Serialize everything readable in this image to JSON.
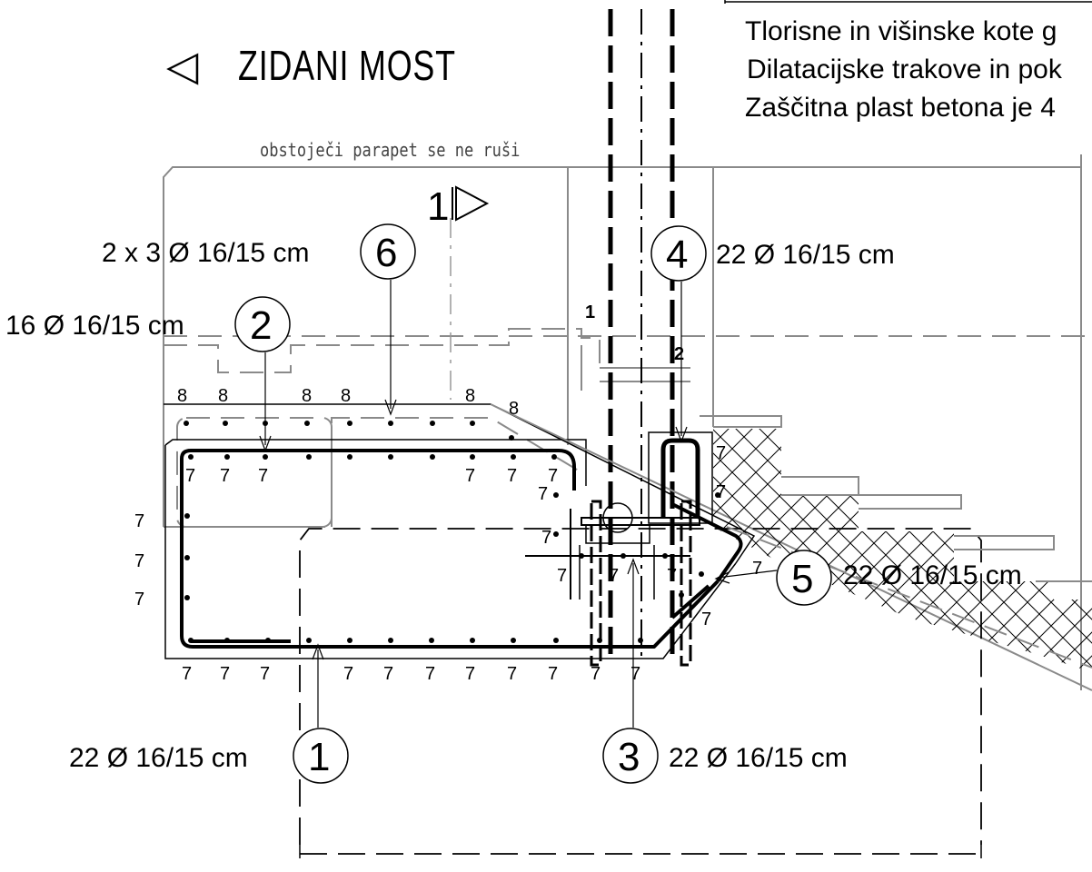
{
  "notes": {
    "line1": "Tlorisne in višinske kote g",
    "line2": "Dilatacijske trakove in pok",
    "line3": "Zaščitna plast betona je 4"
  },
  "title": {
    "arrow": "◁",
    "text": "ZIDANI MOST"
  },
  "parapet_note": "obstoječi parapet se ne ruši",
  "section_mark": "1",
  "rebar": [
    {
      "pos": "1",
      "label": "22 Ø 16/15 cm"
    },
    {
      "pos": "2",
      "label": "16 Ø 16/15 cm"
    },
    {
      "pos": "3",
      "label": "22 Ø 16/15 cm"
    },
    {
      "pos": "4",
      "label": "22 Ø 16/15 cm"
    },
    {
      "pos": "5",
      "label": "22 Ø 16/15 cm"
    },
    {
      "pos": "6",
      "label": "2 x 3 Ø 16/15 cm"
    }
  ],
  "small_labels": {
    "stair_1": "1",
    "stair_2": "2",
    "bar_7": "7",
    "bar_8": "8"
  }
}
